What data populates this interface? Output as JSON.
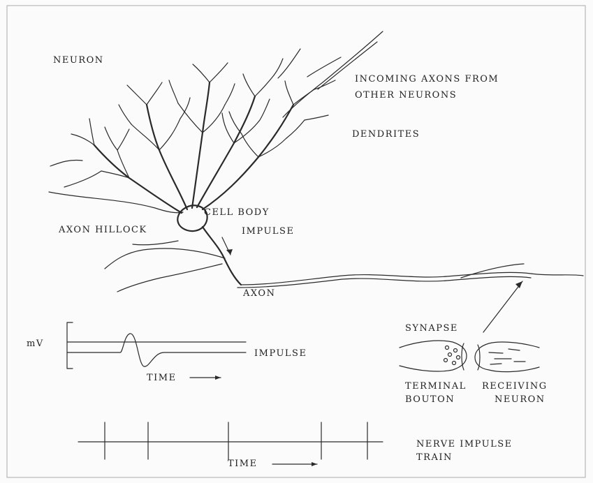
{
  "labels": {
    "neuron": "NEURON",
    "incoming_line1": "INCOMING AXONS FROM",
    "incoming_line2": "OTHER NEURONS",
    "dendrites": "DENDRITES",
    "cell_body": "CELL BODY",
    "axon_hillock": "AXON HILLOCK",
    "impulse_arrow": "IMPULSE",
    "axon": "AXON",
    "synapse": "SYNAPSE",
    "mv": "mV",
    "impulse_trace": "IMPULSE",
    "time_trace": "TIME",
    "terminal_line1": "TERMINAL",
    "terminal_line2": "BOUTON",
    "receiving_line1": "RECEIVING",
    "receiving_line2": "NEURON",
    "nerve_line1": "NERVE IMPULSE",
    "nerve_line2": "TRAIN",
    "time_train": "TIME"
  },
  "colors": {
    "ink": "#2a2a2a",
    "paper": "#fbfbfb"
  }
}
